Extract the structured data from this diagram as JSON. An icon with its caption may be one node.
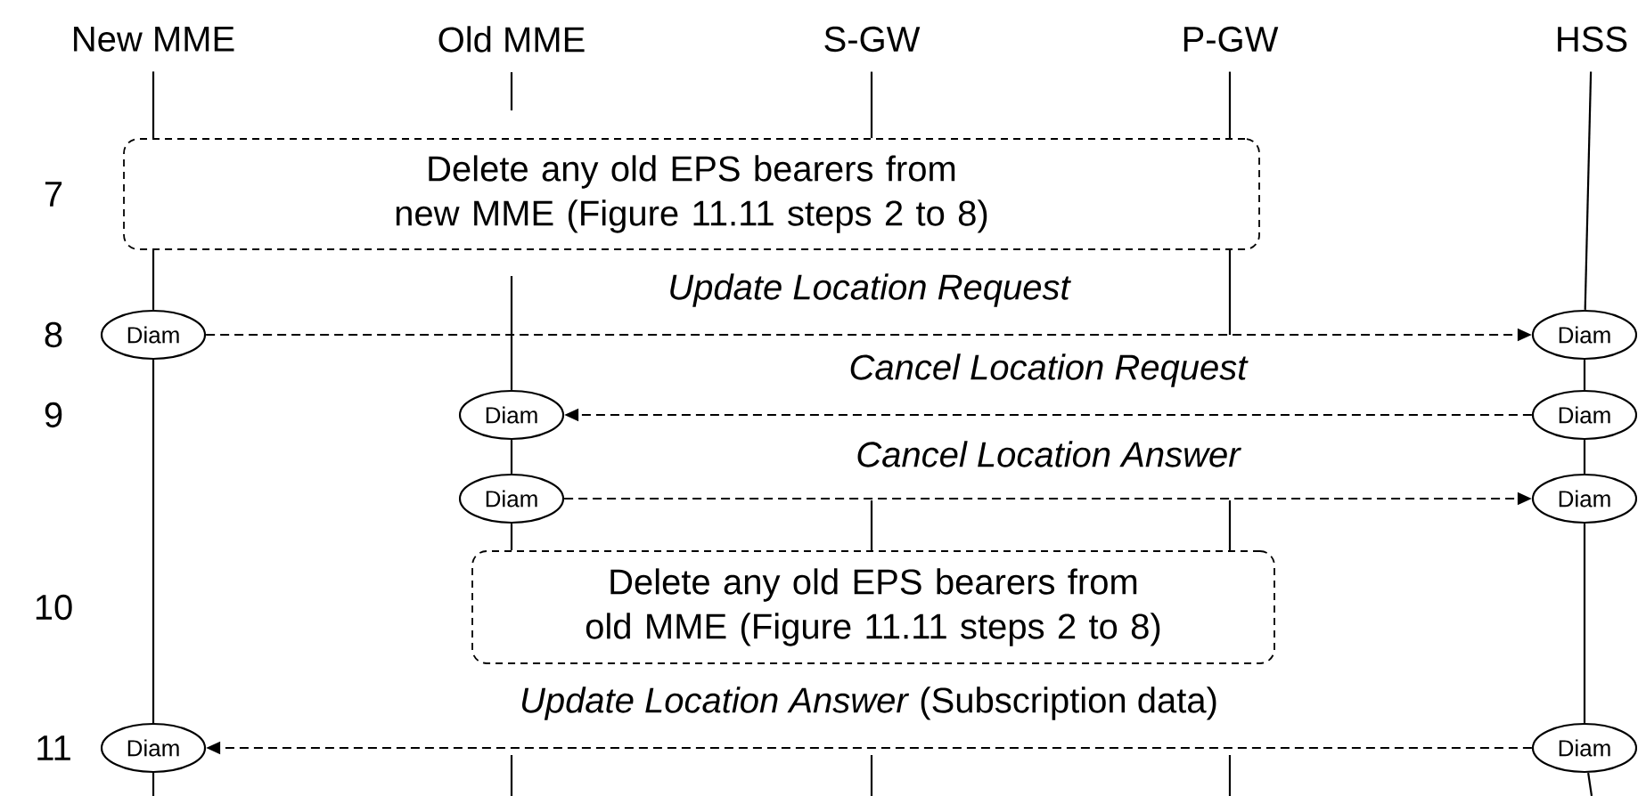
{
  "diagram": {
    "nodes": [
      {
        "text": [
          "New MME"
        ]
      },
      {
        "text": [
          "Old MME"
        ]
      },
      {
        "text": [
          "S-GW"
        ]
      },
      {
        "text": [
          "P-GW"
        ]
      },
      {
        "text": [
          "HSS"
        ]
      },
      {
        "text": [
          "Delete any old EPS bearers from new MME (Figure 11.11 steps 2 to 8)"
        ]
      },
      {
        "text": [
          "Diam"
        ]
      },
      {
        "text": [
          "Diam"
        ]
      },
      {
        "text": [
          "Diam"
        ]
      },
      {
        "text": [
          "Diam"
        ]
      },
      {
        "text": [
          "Diam"
        ]
      },
      {
        "text": [
          "Diam"
        ]
      },
      {
        "text": [
          "Delete any old EPS bearers from old MME (Figure 11.11 steps 2 to 8)"
        ]
      },
      {
        "text": [
          "Diam"
        ]
      },
      {
        "text": [
          "Diam"
        ]
      }
    ],
    "edges": [
      {
        "from": 6,
        "to": 7,
        "arrow": "to",
        "style": "dashed",
        "label": "Update Location Request"
      },
      {
        "from": 9,
        "to": 8,
        "arrow": "to",
        "style": "dashed",
        "label": "Cancel Location Request"
      },
      {
        "from": 10,
        "to": 11,
        "arrow": "to",
        "style": "dashed",
        "label": "Cancel Location Answer"
      },
      {
        "from": 14,
        "to": 13,
        "arrow": "to",
        "style": "dashed",
        "label": "*Update Location Answer* (Subscription data)"
      },
      {
        "from": 0,
        "to": 5,
        "arrow": "none"
      },
      {
        "from": 5,
        "to": 6,
        "arrow": "none"
      },
      {
        "from": 6,
        "to": 13,
        "arrow": "none"
      },
      {
        "from": 13,
        "to": null,
        "arrow": "none"
      },
      {
        "from": 1,
        "to": null,
        "arrow": "none"
      },
      {
        "from": null,
        "to": 8,
        "arrow": "none"
      },
      {
        "from": 8,
        "to": 10,
        "arrow": "none"
      },
      {
        "from": 10,
        "to": 12,
        "arrow": "none"
      },
      {
        "from": 2,
        "to": 5,
        "arrow": "none"
      },
      {
        "from": null,
        "to": 12,
        "arrow": "none"
      },
      {
        "from": 3,
        "to": 5,
        "arrow": "none"
      },
      {
        "from": 5,
        "to": null,
        "arrow": "none"
      },
      {
        "from": null,
        "to": 12,
        "arrow": "none"
      },
      {
        "from": 4,
        "to": 7,
        "arrow": "none"
      },
      {
        "from": 7,
        "to": 9,
        "arrow": "none"
      },
      {
        "from": 9,
        "to": 11,
        "arrow": "none"
      },
      {
        "from": 11,
        "to": 14,
        "arrow": "none"
      },
      {
        "from": 14,
        "to": null,
        "arrow": "none"
      }
    ],
    "labels": [
      "7",
      "8",
      "9",
      "10",
      "11"
    ]
  }
}
